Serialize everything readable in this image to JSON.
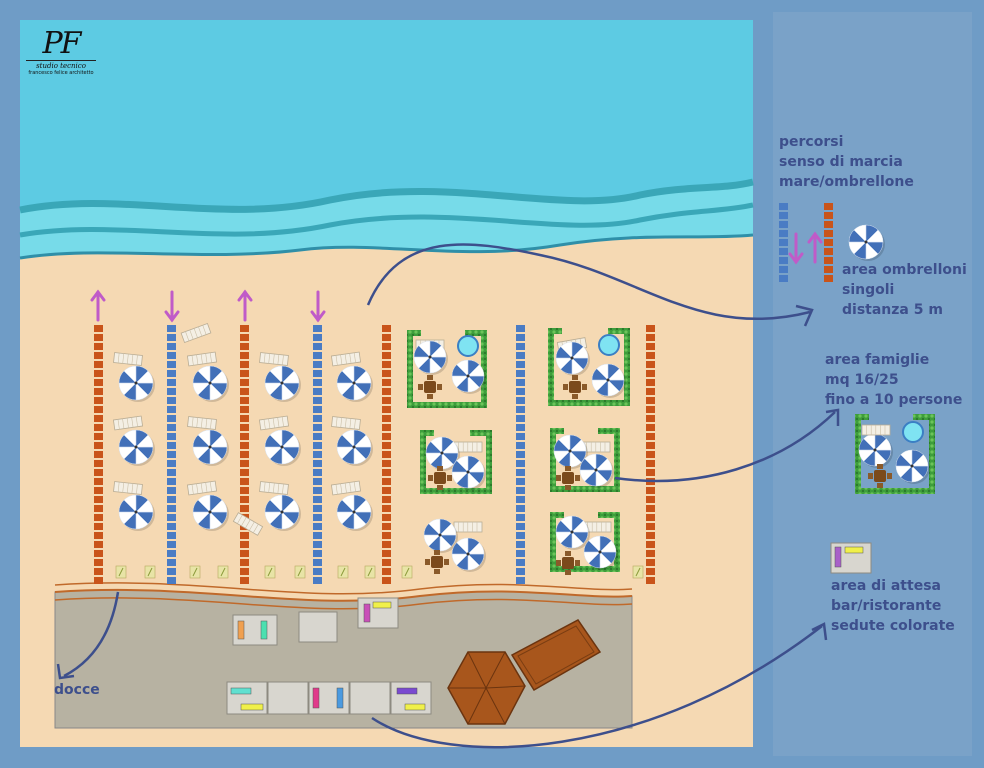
{
  "logo": {
    "mark": "PF",
    "subtitle": "studio tecnico",
    "byline": "francesco felice architetto"
  },
  "legend": {
    "paths": {
      "lines": [
        "percorsi",
        "senso di marcia",
        "mare/ombrellone"
      ],
      "color_up": "#c9541a",
      "color_down": "#4a7cc4",
      "arrow_color": "#c05bc8"
    },
    "single_umbrellas": {
      "lines": [
        "area ombrelloni",
        "singoli",
        "distanza 5 m"
      ]
    },
    "families": {
      "lines": [
        "area famiglie",
        "mq 16/25",
        "fino a 10 persone"
      ]
    },
    "waiting": {
      "lines": [
        "area di attesa",
        "bar/ristorante",
        "sedute colorate"
      ]
    }
  },
  "showers": {
    "label": "docce"
  },
  "colors": {
    "frame": "#6f9cc6",
    "sea": "#5dcbe3",
    "wave_dark": "#3aa7b8",
    "sand": "#f5d9b3",
    "deck": "#b7b2a2",
    "umbrella_blue": "#4270b8",
    "hedge": "#3e9e3c",
    "kiosk_roof": "#a8561c",
    "curve": "#3d4f8c"
  }
}
